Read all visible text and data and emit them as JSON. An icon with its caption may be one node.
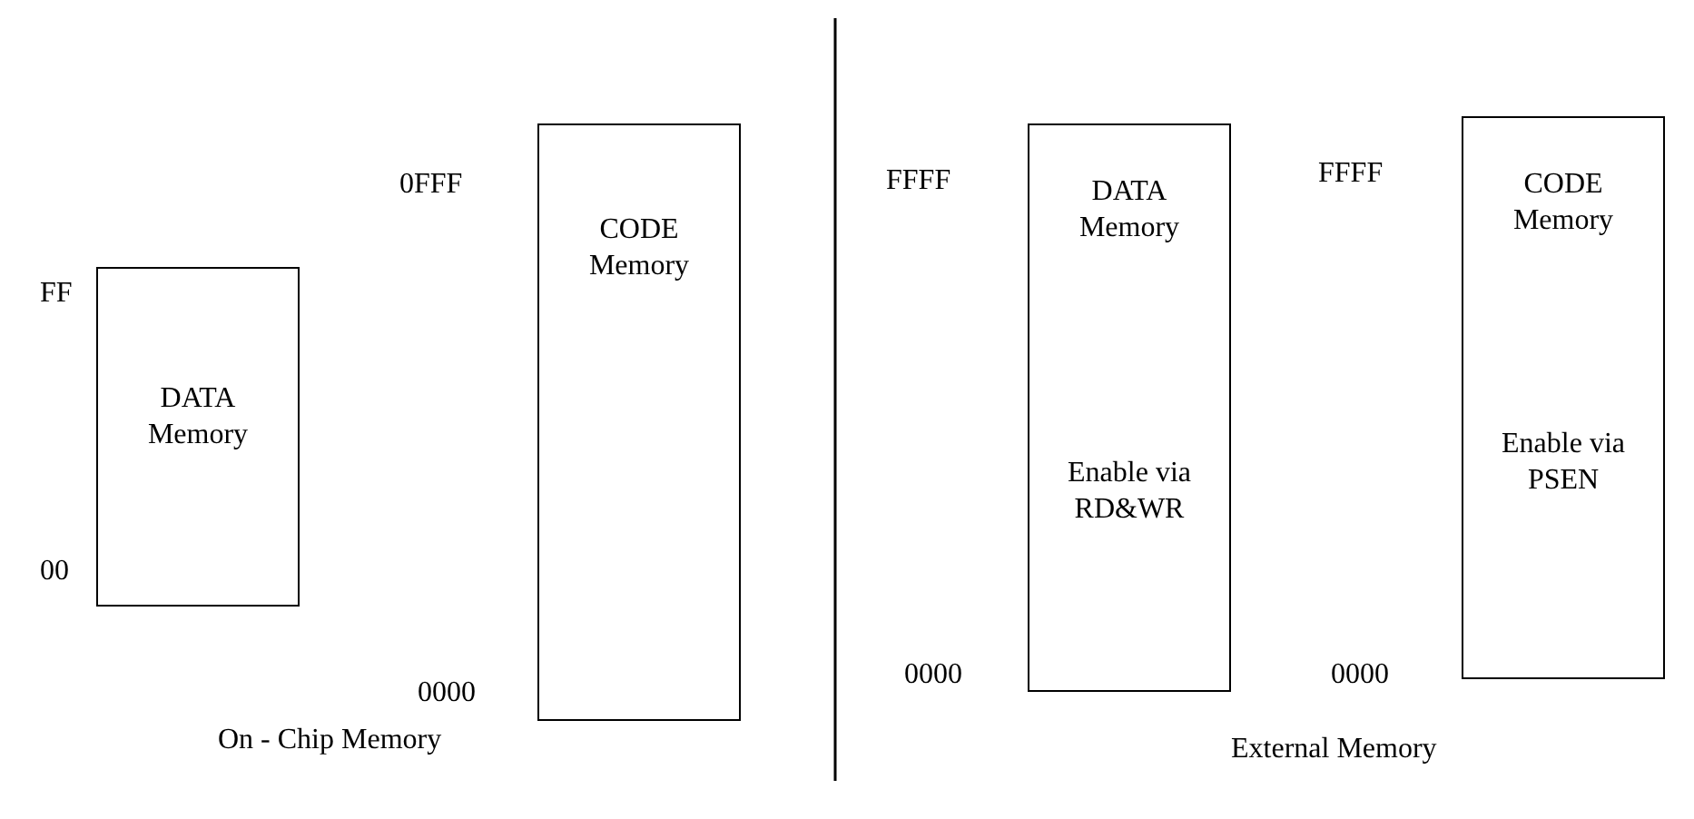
{
  "diagram": {
    "nodes": [
      {
        "text": [
          "DATA Memory"
        ],
        "beside": [
          "FF",
          "00"
        ]
      },
      {
        "text": [
          "CODE Memory"
        ],
        "beside": [
          "0FFF",
          "0000"
        ]
      },
      {
        "text": [
          "DATA Memory",
          "Enable via RD&WR"
        ],
        "beside": [
          "FFFF",
          "0000"
        ]
      },
      {
        "text": [
          "CODE Memory",
          "Enable via PSEN"
        ],
        "beside": [
          "FFFF",
          "0000"
        ]
      }
    ],
    "labels": [
      "On - Chip Memory",
      "External Memory"
    ]
  }
}
